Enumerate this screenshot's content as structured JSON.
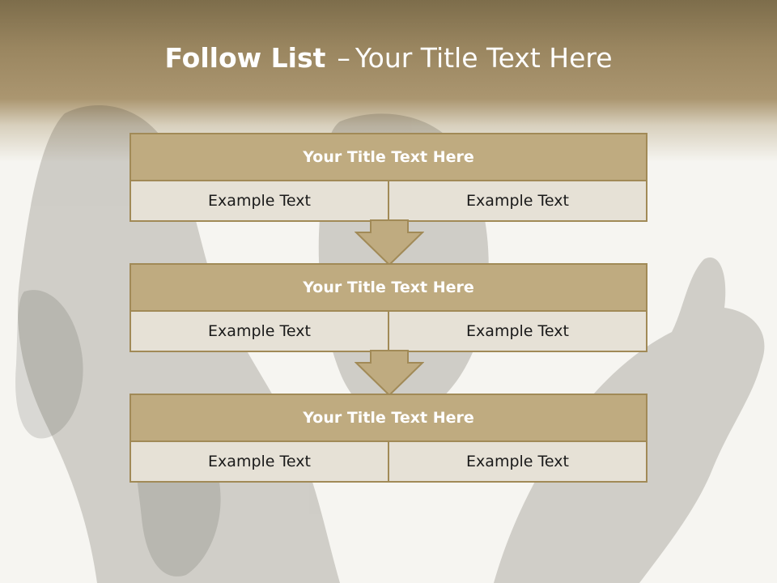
{
  "slide": {
    "title_bold": "Follow List",
    "title_dash": "–",
    "title_rest": "Your Title Text Here"
  },
  "blocks": [
    {
      "title": "Your Title Text Here",
      "cells": [
        "Example Text",
        "Example Text"
      ]
    },
    {
      "title": "Your Title Text Here",
      "cells": [
        "Example Text",
        "Example Text"
      ]
    },
    {
      "title": "Your Title Text Here",
      "cells": [
        "Example Text",
        "Example Text"
      ]
    }
  ],
  "colors": {
    "header_band": "#9a8660",
    "block_title_fill": "#bfab80",
    "block_cell_fill": "#e6e1d6",
    "border": "#a18a57"
  }
}
